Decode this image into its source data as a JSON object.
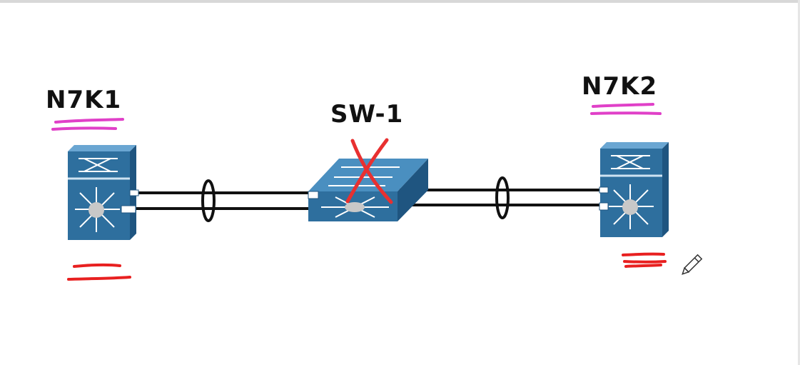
{
  "diagram": {
    "nodes": [
      {
        "id": "n7k1",
        "label": "N7K1",
        "kind": "nexus-7000-switch",
        "annotation": "underlined"
      },
      {
        "id": "sw1",
        "label": "SW-1",
        "kind": "access-switch",
        "annotation": "crossed-out"
      },
      {
        "id": "n7k2",
        "label": "N7K2",
        "kind": "nexus-7000-switch",
        "annotation": "underlined"
      }
    ],
    "links": [
      {
        "from": "n7k1",
        "to": "sw1",
        "type": "port-channel",
        "member_links": 2
      },
      {
        "from": "sw1",
        "to": "n7k2",
        "type": "port-channel",
        "member_links": 2
      }
    ],
    "colors": {
      "device_blue": "#2e6f9e",
      "device_light": "#4a8fc0",
      "link": "#111111",
      "underline_pink": "#e040c8",
      "underline_red": "#e82020",
      "cross_red": "#e83030"
    },
    "icons": [
      "nexus-switch-icon",
      "switch-icon",
      "pencil-cursor-icon"
    ]
  }
}
